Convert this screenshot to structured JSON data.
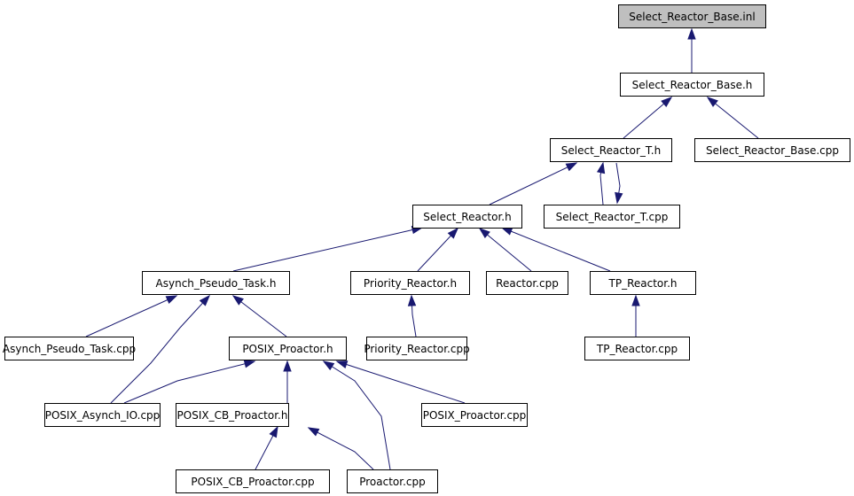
{
  "graph": {
    "title": "Select_Reactor_Base.inl include dependency graph",
    "edge_color": "#191970",
    "root_fill": "#bfbfbf",
    "nodes": [
      {
        "id": "select_reactor_base_inl",
        "label": "Select_Reactor_Base.inl",
        "root": true
      },
      {
        "id": "select_reactor_base_h",
        "label": "Select_Reactor_Base.h"
      },
      {
        "id": "select_reactor_t_h",
        "label": "Select_Reactor_T.h"
      },
      {
        "id": "select_reactor_base_cpp",
        "label": "Select_Reactor_Base.cpp"
      },
      {
        "id": "select_reactor_h",
        "label": "Select_Reactor.h"
      },
      {
        "id": "select_reactor_t_cpp",
        "label": "Select_Reactor_T.cpp"
      },
      {
        "id": "asynch_pseudo_task_h",
        "label": "Asynch_Pseudo_Task.h"
      },
      {
        "id": "priority_reactor_h",
        "label": "Priority_Reactor.h"
      },
      {
        "id": "reactor_cpp",
        "label": "Reactor.cpp"
      },
      {
        "id": "tp_reactor_h",
        "label": "TP_Reactor.h"
      },
      {
        "id": "asynch_pseudo_task_cpp",
        "label": "Asynch_Pseudo_Task.cpp"
      },
      {
        "id": "posix_proactor_h",
        "label": "POSIX_Proactor.h"
      },
      {
        "id": "priority_reactor_cpp",
        "label": "Priority_Reactor.cpp"
      },
      {
        "id": "tp_reactor_cpp",
        "label": "TP_Reactor.cpp"
      },
      {
        "id": "posix_asynch_io_cpp",
        "label": "POSIX_Asynch_IO.cpp"
      },
      {
        "id": "posix_cb_proactor_h",
        "label": "POSIX_CB_Proactor.h"
      },
      {
        "id": "posix_proactor_cpp",
        "label": "POSIX_Proactor.cpp"
      },
      {
        "id": "posix_cb_proactor_cpp",
        "label": "POSIX_CB_Proactor.cpp"
      },
      {
        "id": "proactor_cpp",
        "label": "Proactor.cpp"
      }
    ],
    "edges": [
      {
        "from": "select_reactor_base_h",
        "to": "select_reactor_base_inl"
      },
      {
        "from": "select_reactor_t_h",
        "to": "select_reactor_base_h"
      },
      {
        "from": "select_reactor_base_cpp",
        "to": "select_reactor_base_h"
      },
      {
        "from": "select_reactor_h",
        "to": "select_reactor_t_h"
      },
      {
        "from": "select_reactor_t_cpp",
        "to": "select_reactor_t_h"
      },
      {
        "from": "select_reactor_t_h",
        "to": "select_reactor_t_cpp"
      },
      {
        "from": "asynch_pseudo_task_h",
        "to": "select_reactor_h"
      },
      {
        "from": "priority_reactor_h",
        "to": "select_reactor_h"
      },
      {
        "from": "reactor_cpp",
        "to": "select_reactor_h"
      },
      {
        "from": "tp_reactor_h",
        "to": "select_reactor_h"
      },
      {
        "from": "asynch_pseudo_task_cpp",
        "to": "asynch_pseudo_task_h"
      },
      {
        "from": "posix_asynch_io_cpp",
        "to": "asynch_pseudo_task_h"
      },
      {
        "from": "posix_proactor_h",
        "to": "asynch_pseudo_task_h"
      },
      {
        "from": "priority_reactor_cpp",
        "to": "priority_reactor_h"
      },
      {
        "from": "tp_reactor_cpp",
        "to": "tp_reactor_h"
      },
      {
        "from": "posix_asynch_io_cpp",
        "to": "posix_proactor_h"
      },
      {
        "from": "posix_cb_proactor_h",
        "to": "posix_proactor_h"
      },
      {
        "from": "posix_proactor_cpp",
        "to": "posix_proactor_h"
      },
      {
        "from": "proactor_cpp",
        "to": "posix_proactor_h"
      },
      {
        "from": "posix_cb_proactor_cpp",
        "to": "posix_cb_proactor_h"
      },
      {
        "from": "proactor_cpp",
        "to": "posix_cb_proactor_h"
      }
    ]
  }
}
